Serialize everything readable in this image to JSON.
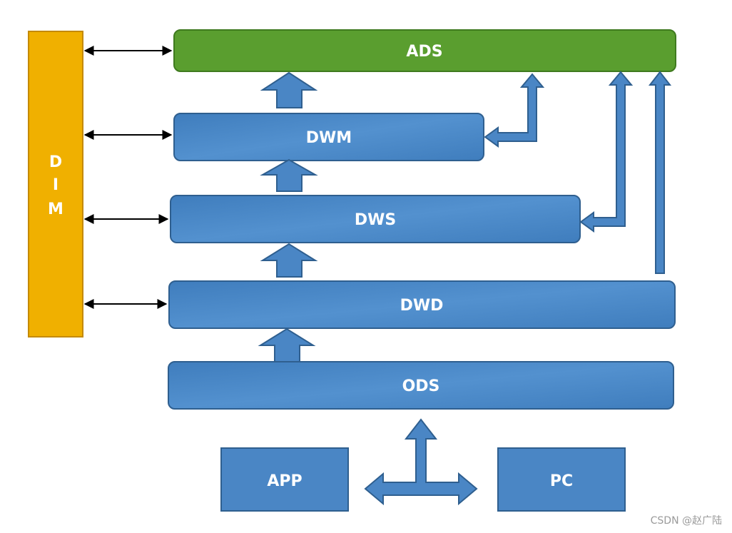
{
  "layers": {
    "ads": "ADS",
    "dwm": "DWM",
    "dws": "DWS",
    "dwd": "DWD",
    "ods": "ODS"
  },
  "dim": {
    "letters": [
      "D",
      "I",
      "M"
    ]
  },
  "sources": {
    "app": "APP",
    "pc": "PC"
  },
  "watermark": "CSDN @赵广陆",
  "colors": {
    "blue_fill": "#4a86c5",
    "blue_stroke": "#2f5f8f",
    "green_fill": "#5a9e2f",
    "green_stroke": "#3f7a1f",
    "gold_fill": "#f0b000",
    "gold_stroke": "#c48a00"
  }
}
